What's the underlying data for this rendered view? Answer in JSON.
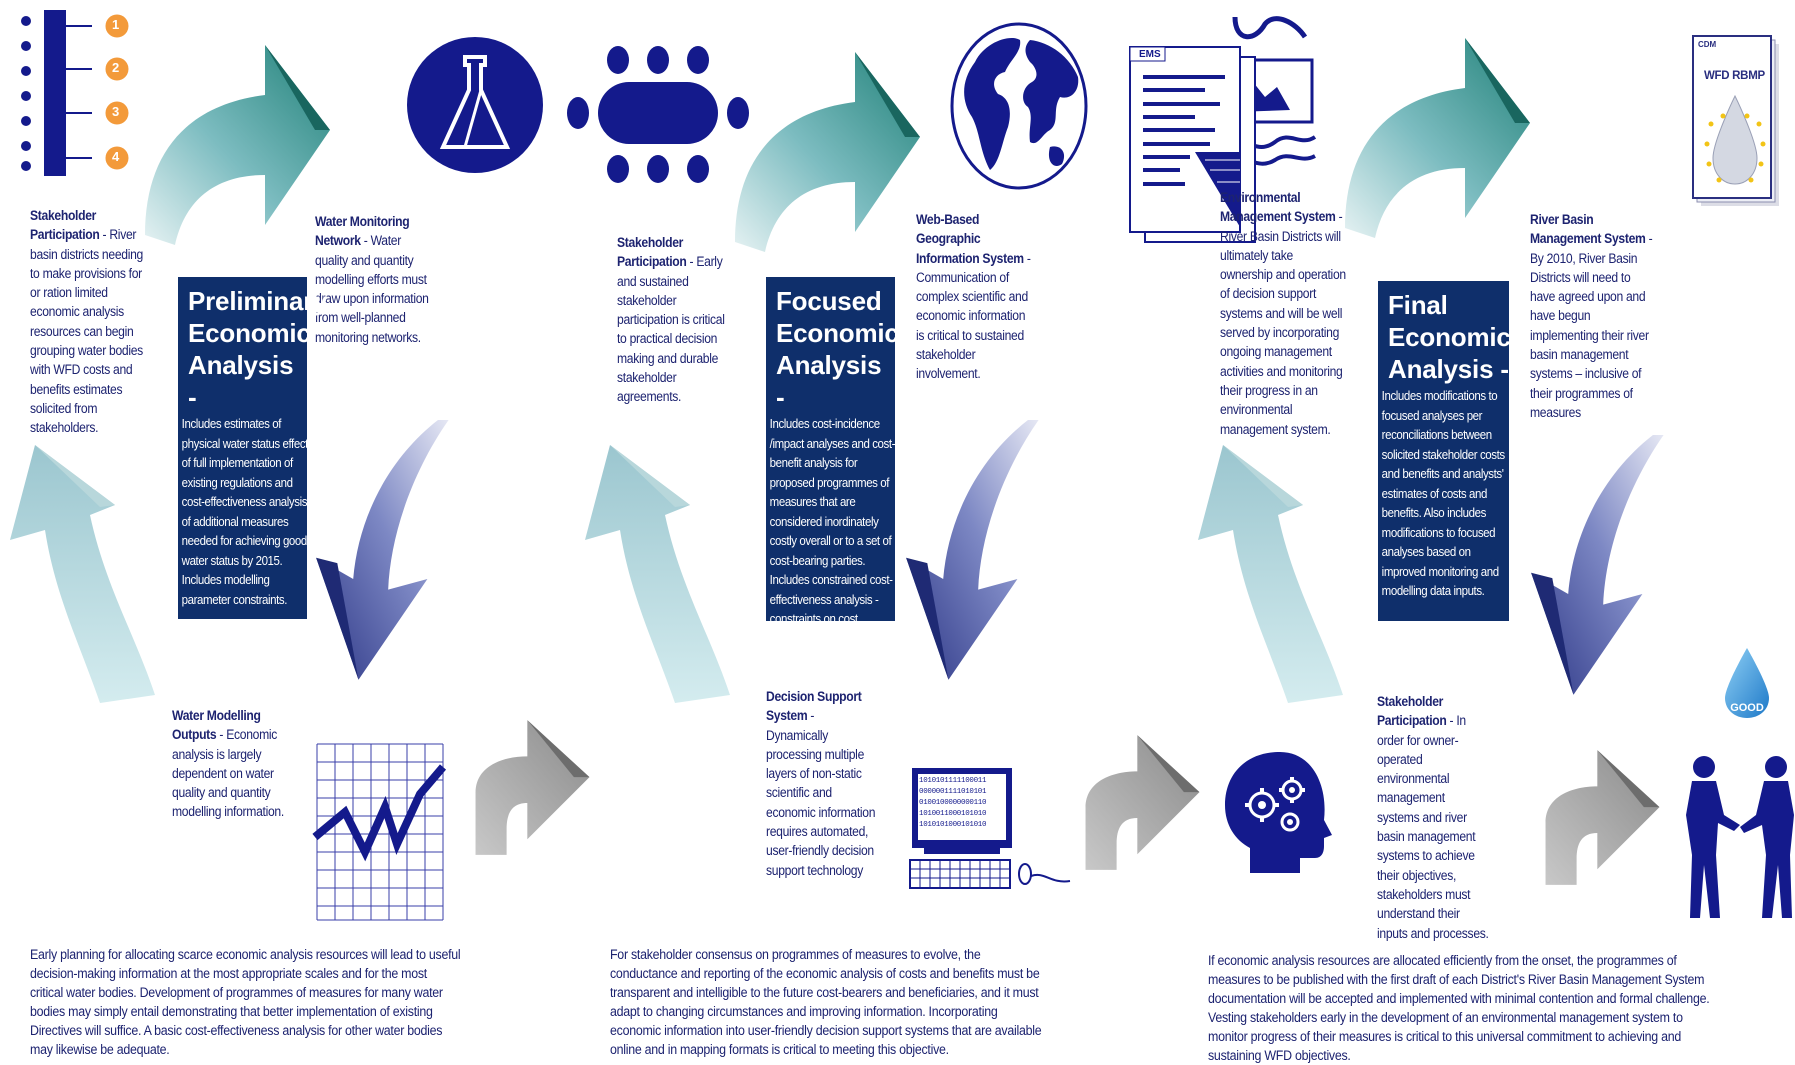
{
  "stage1": {
    "stakeholder_title": "Stakeholder Participation",
    "stakeholder_text": " - River basin districts needing to make provisions for or ration limited economic analysis resources can begin grouping water bodies with WFD costs and benefits estimates solicited from stakeholders.",
    "monitoring_title": "Water Monitoring Network",
    "monitoring_text": " - Water quality and quantity modelling efforts must draw upon information from well-planned monitoring networks.",
    "box_title": "Preliminary Economic Analysis -",
    "box_text": "Includes estimates of physical water status effects of full implementation of existing regulations and cost-effectiveness analysis of additional measures needed for achieving good water status by 2015. Includes modelling parameter constraints.",
    "modelling_title": "Water Modelling Outputs",
    "modelling_text": " - Economic analysis is largely dependent on water quality and quantity modelling information.",
    "bottom_text": "Early planning for allocating scarce economic analysis resources will lead to useful decision-making information at the most appropriate scales and for the most critical water bodies. Development of programmes of measures for many water bodies may simply entail demonstrating that better implementation of existing Directives will suffice. A basic cost-effectiveness analysis for other water bodies may likewise be adequate.",
    "numbers": [
      "1",
      "2",
      "3",
      "4"
    ]
  },
  "stage2": {
    "stakeholder_title": "Stakeholder Participation",
    "stakeholder_text": " - Early and sustained stakeholder participation is critical to practical decision making and durable stakeholder agreements.",
    "gis_title": "Web-Based Geographic Information System",
    "gis_text": " - Communication of complex scientific and economic information is critical to sustained stakeholder involvement.",
    "box_title": "Focused Economic Analysis -",
    "box_text": "Includes cost-incidence /impact analyses and cost-benefit analysis for proposed programmes of measures that are considered inordinately costly overall or to a set of cost-bearing parties. Includes constrained cost-effectiveness analysis - constraints on cost distributions.",
    "dss_title": "Decision Support System",
    "dss_text": " - Dynamically processing multiple layers of non-static scientific and economic information requires automated, user-friendly decision support technology",
    "bottom_text": "For stakeholder consensus on programmes of measures to evolve, the conductance and reporting of the economic analysis of costs and benefits must be transparent and intelligible to the future cost-bearers and beneficiaries, and it must adapt to changing circumstances and improving information. Incorporating economic information into user-friendly decision support systems that are available online and in mapping formats is critical to meeting this objective.",
    "binary": [
      "1010101111100011",
      "0000001111010101",
      "0100100000000110",
      "1010011000101010",
      "1010101000101010"
    ]
  },
  "stage3": {
    "ems_title": "Environmental Management System",
    "ems_text": " - River Basin Districts will ultimately take ownership and operation of  decision support systems and will be well served by incorporating ongoing management activities and monitoring their progress in an environmental management system.",
    "ems_doc_label": "EMS",
    "rbms_title": "River Basin Management System",
    "rbms_text": " - By 2010, River Basin Districts will need to have agreed upon and have begun implementing their river basin management systems – inclusive of their programmes of measures",
    "box_title": "Final Economic Analysis -",
    "box_text": "Includes modifications to focused analyses per reconciliations between solicited stakeholder costs and benefits and analysts' estimates of costs and benefits. Also includes modifications to focused analyses based on improved monitoring and modelling  data inputs.",
    "stakeholder_title": "Stakeholder Participation",
    "stakeholder_text": " - In order for owner-operated environmental management systems and river basin management systems to achieve their objectives, stakeholders must understand their inputs and processes.",
    "bottom_text": "If economic analysis resources are allocated efficiently from the onset, the programmes of measures to be published with the first draft of each District's  River Basin Management System documentation will be accepted and implemented with minimal contention and formal challenge. Vesting stakeholders early in the development of an environmental management system to monitor progress of their measures is critical to this universal commitment to achieving and sustaining WFD objectives.",
    "cdm_label": "CDM",
    "rbmp_label": "WFD RBMP",
    "good_label": "GOOD"
  },
  "colors": {
    "navy_text": "#1d2370",
    "box_bg": "#0f2f6b",
    "teal_arrow": "#2d8f87",
    "light_arrow": "#a9d4dc",
    "purple_arrow": "#3d4a9e",
    "grey_arrow": "#8e8e8e",
    "icon_navy": "#141a8c"
  },
  "icons": [
    "stakeholder-list-icon",
    "flask-icon",
    "meeting-table-icon",
    "globe-icon",
    "ems-document-icon",
    "rbmp-book-icon",
    "chart-icon",
    "computer-icon",
    "brain-gears-icon",
    "handshake-icon"
  ]
}
